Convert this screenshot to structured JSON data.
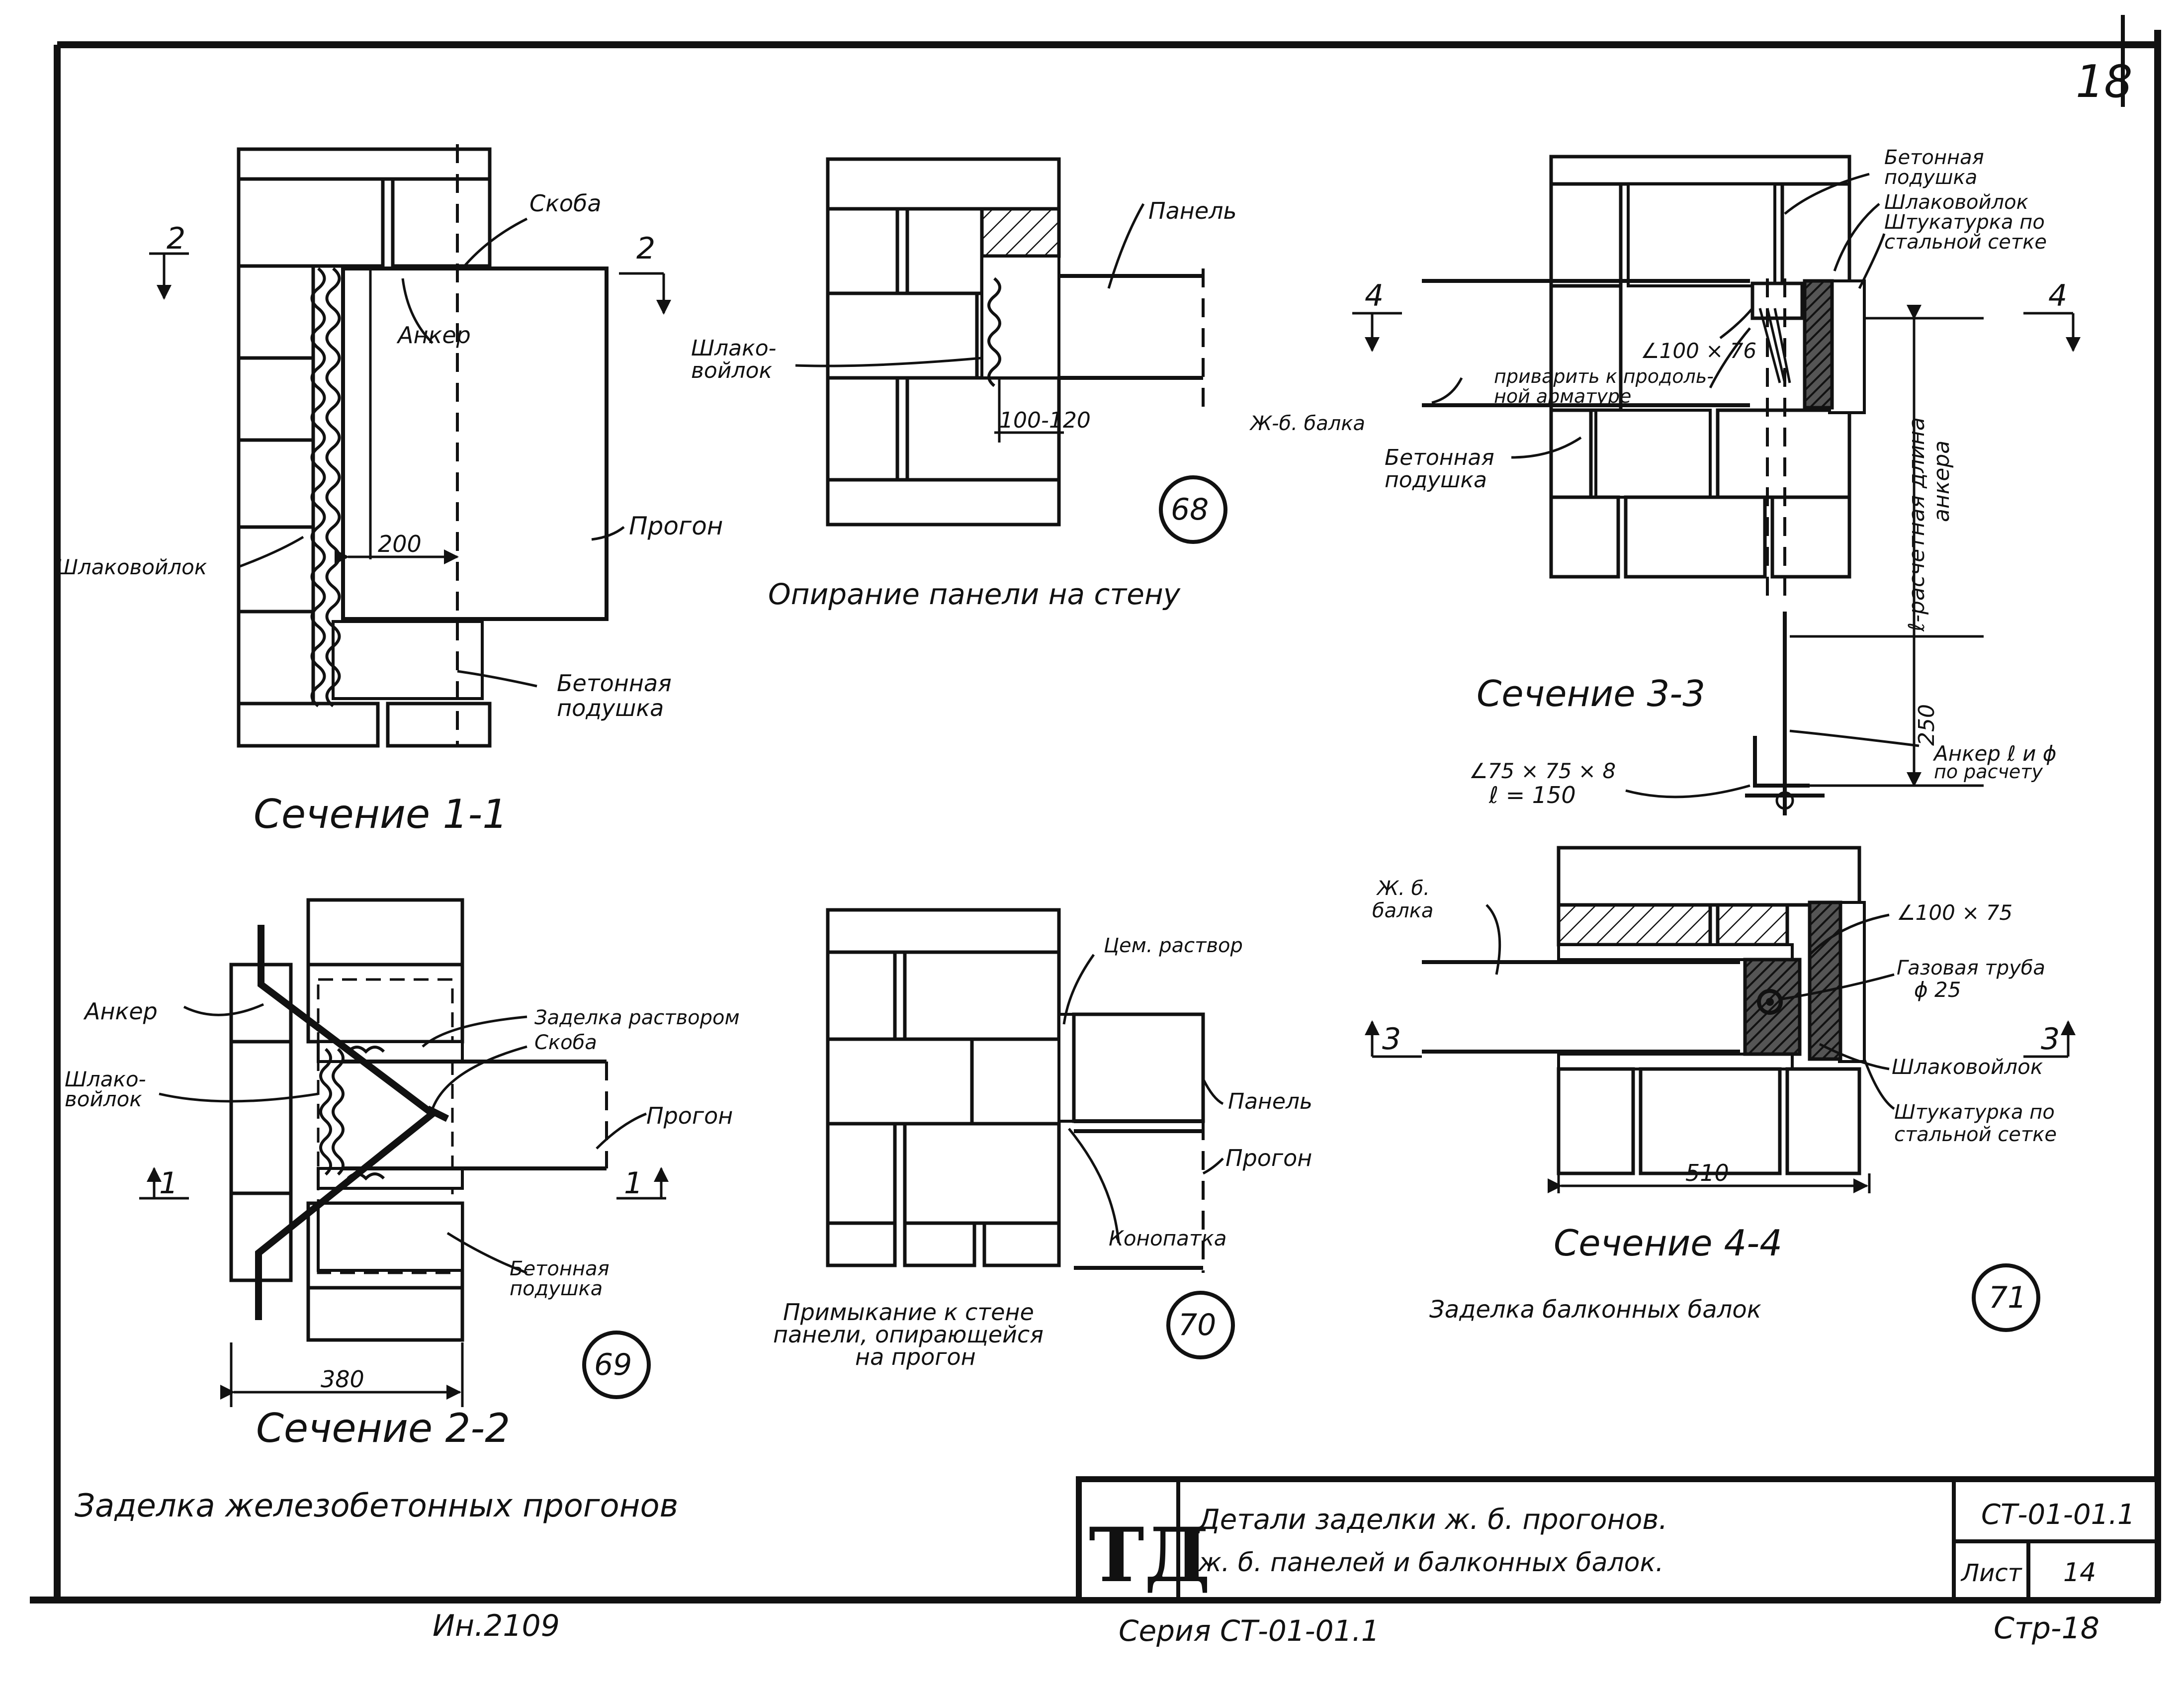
{
  "page_number": "18",
  "fig68": {
    "label_panel": "Панель",
    "label_wool_1": "Шлако-",
    "label_wool_2": "войлок",
    "dim": "100-120",
    "number": "68",
    "caption": "Опирание панели на стену"
  },
  "fig11": {
    "label_bracket": "Скоба",
    "label_anchor": "Анкер",
    "label_purlin": "Прогон",
    "label_wool": "Шлаковойлок",
    "label_cushion_1": "Бетонная",
    "label_cushion_2": "подушка",
    "dim": "200",
    "mark_left": "2",
    "mark_right": "2",
    "caption": "Сечение 1-1"
  },
  "fig33": {
    "label_cushion_top_1": "Бетонная",
    "label_cushion_top_2": "подушка",
    "label_wool": "Шлаковойлок",
    "label_plaster_1": "Штукатурка по",
    "label_plaster_2": "стальной сетке",
    "label_angle": "∠100 × 76",
    "label_weld_1": "приварить к продоль-",
    "label_weld_2": "ной арматуре",
    "label_beam": "Ж-б. балка",
    "label_cushion_bot_1": "Бетонная",
    "label_cushion_bot_2": "подушка",
    "label_anchor_len_1": "ℓ-расчетная длина",
    "label_anchor_len_2": "анкера",
    "mark_left": "4",
    "mark_right": "4",
    "caption": "Сечение 3-3"
  },
  "anchor": {
    "dim": "250",
    "label_1": "Анкер ℓ и ϕ",
    "label_2": "по расчету",
    "angle_1": "∠75 × 75 × 8",
    "angle_2": "ℓ = 150"
  },
  "fig22": {
    "label_anchor": "Анкер",
    "label_mortar": "Заделка раствором",
    "label_bracket": "Скоба",
    "label_wool_1": "Шлако-",
    "label_wool_2": "войлок",
    "label_purlin": "Прогон",
    "label_cushion_1": "Бетонная",
    "label_cushion_2": "подушка",
    "dim": "380",
    "mark_left": "1",
    "mark_right": "1",
    "number": "69",
    "caption": "Сечение 2-2"
  },
  "fig70": {
    "label_cement": "Цем. раствор",
    "label_panel": "Панель",
    "label_purlin": "Прогон",
    "label_caulk": "Конопатка",
    "caption_1": "Примыкание к стене",
    "caption_2": "панели, опирающейся",
    "caption_3": "на прогон",
    "number": "70"
  },
  "fig44": {
    "label_beam_1": "Ж. б.",
    "label_beam_2": "балка",
    "label_angle": "∠100 × 75",
    "label_pipe_1": "Газовая труба",
    "label_pipe_2": "ϕ 25",
    "label_wool": "Шлаковойлок",
    "label_plaster_1": "Штукатурка по",
    "label_plaster_2": "стальной сетке",
    "dim": "510",
    "mark_left": "3",
    "mark_right": "3",
    "caption": "Сечение 4-4",
    "subcaption": "Заделка балконных балок",
    "number": "71"
  },
  "group_caption": "Заделка железобетонных прогонов",
  "title_block": {
    "logo": "ТД",
    "title_1": "Детали заделки ж. б. прогонов.",
    "title_2": "ж. б. панелей и балконных балок.",
    "code": "СТ-01-01.1",
    "sheet_label": "Лист",
    "sheet_no": "14"
  },
  "footer": {
    "inv": "Ин.2109",
    "series": "Серия СТ-01-01.1",
    "page": "Стр-18"
  }
}
